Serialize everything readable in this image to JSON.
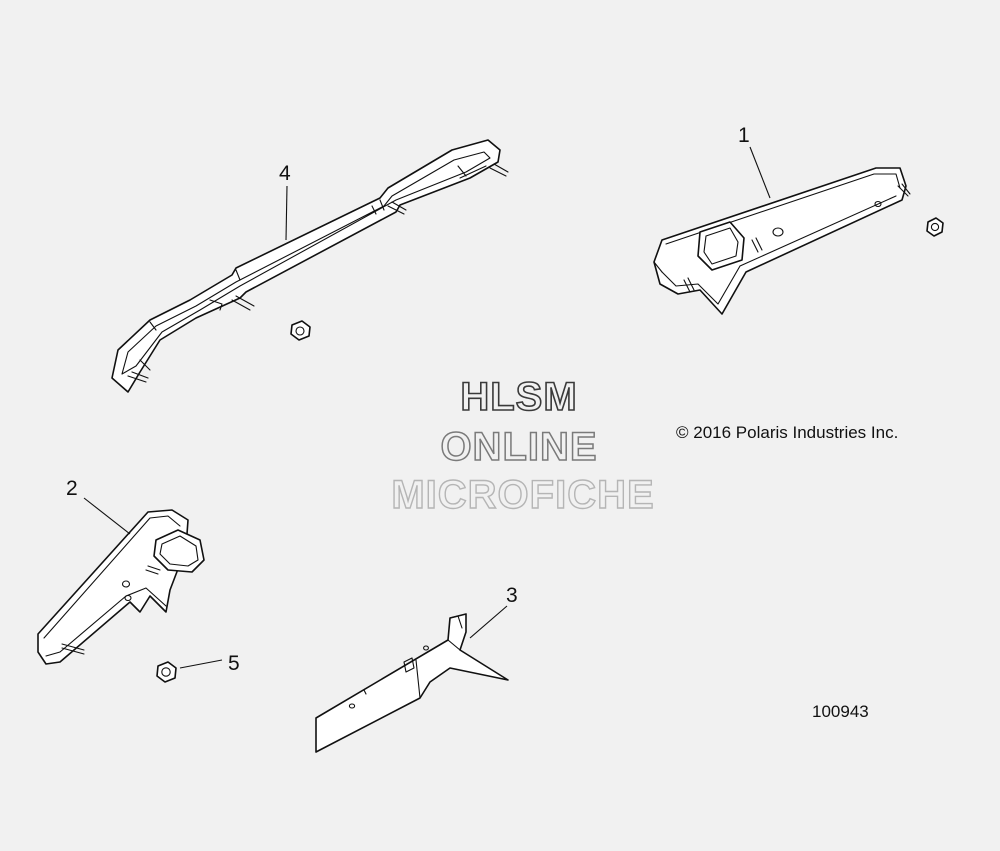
{
  "callouts": {
    "c1": "1",
    "c2": "2",
    "c3": "3",
    "c4": "4",
    "c5": "5"
  },
  "watermark": {
    "line1": "HLSM",
    "line2": "ONLINE",
    "line3": "MICROFICHE"
  },
  "copyright": "© 2016 Polaris Industries Inc.",
  "figure_number": "100943",
  "colors": {
    "background": "#f1f1f1",
    "line": "#111111",
    "watermark1": "#3a3a3a",
    "watermark2": "#7a7a7a",
    "watermark3": "#b5b5b5"
  }
}
